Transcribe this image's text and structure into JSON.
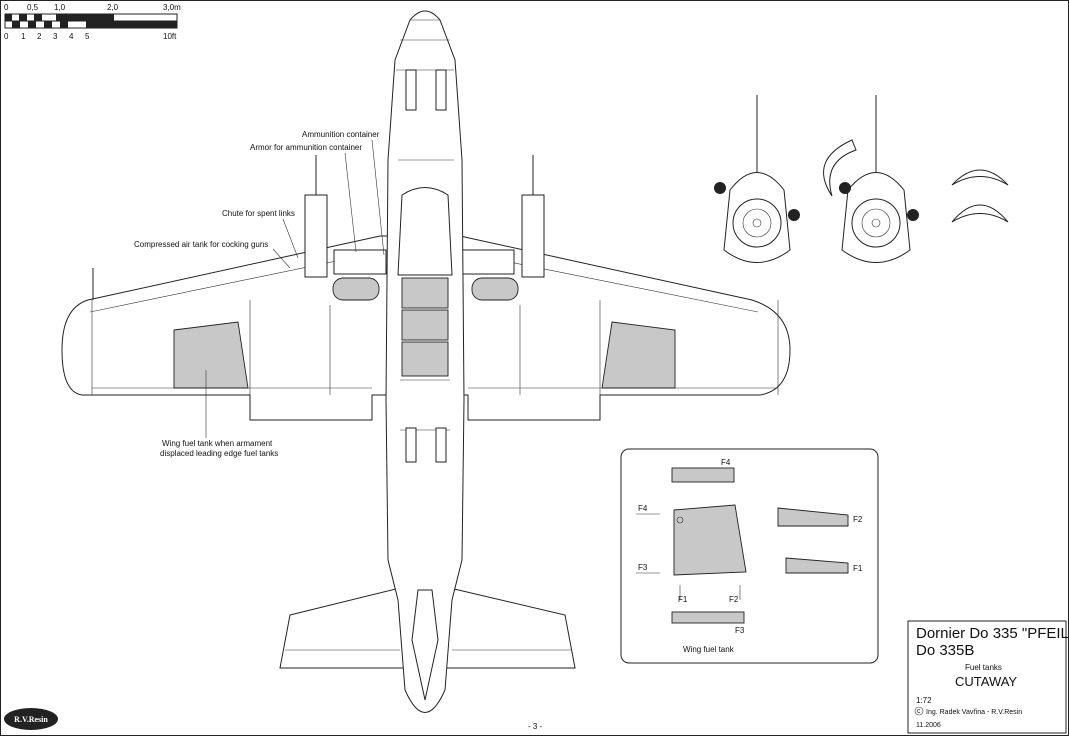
{
  "scale_bar": {
    "metric_ticks": [
      "0",
      "0,5",
      "1,0",
      "2,0",
      "3,0m"
    ],
    "imperial_ticks": [
      "0",
      "1",
      "2",
      "3",
      "4",
      "5",
      "10ft"
    ]
  },
  "callouts": {
    "ammunition_container": "Ammunition container",
    "armor": "Armor for ammunition container",
    "chute": "Chute for spent links",
    "air_tank": "Compressed air tank for cocking guns",
    "wing_tank_1": "Wing fuel tank when armament",
    "wing_tank_2": "displaced leading edge fuel tanks"
  },
  "fuel_tank_panel": {
    "caption": "Wing fuel tank",
    "labels": [
      "F4",
      "F4",
      "F3",
      "F1",
      "F2",
      "F3",
      "F2",
      "F1"
    ]
  },
  "title_block": {
    "title": "Dornier Do 335 \"PFEIL\"",
    "variant": "Do 335B",
    "subject_small": "Fuel tanks",
    "subject_large": "CUTAWAY",
    "scale": "1:72",
    "author": "Ing. Radek Vavřina - R.V.Resin",
    "date": "11.2006"
  },
  "page_number": "- 3 -",
  "logo_text": "R.V.Resin"
}
